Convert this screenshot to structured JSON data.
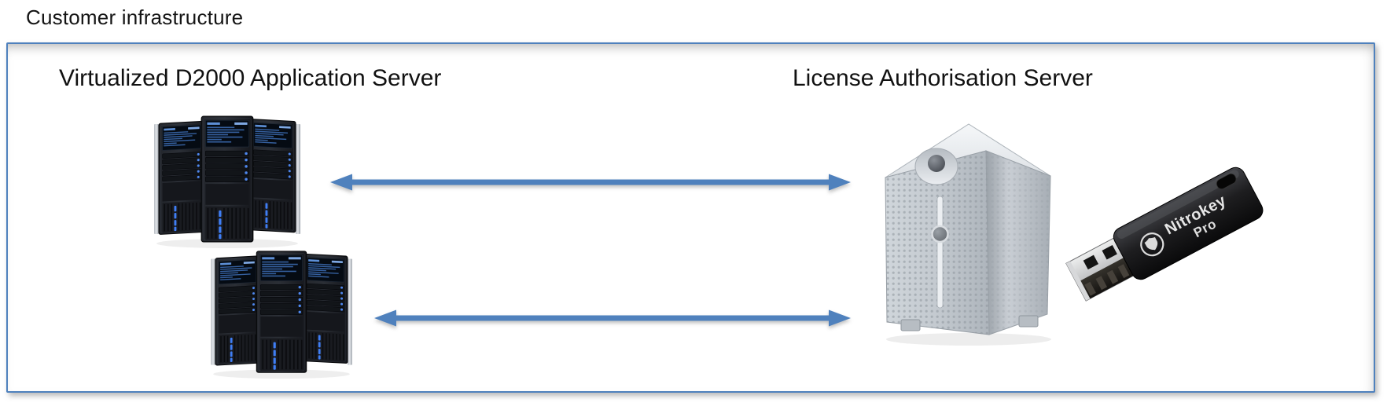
{
  "title": "Customer infrastructure",
  "colors": {
    "accent_blue": "#4f81bd",
    "box_border": "#4f81bd",
    "title_text": "#141414"
  },
  "nodes": {
    "app_server": {
      "label": "Virtualized D2000 Application Server",
      "icon": "server-cluster-icon",
      "cluster_count": 2
    },
    "license_server": {
      "label": "License Authorisation Server",
      "icon": "tower-server-icon"
    },
    "usb_key": {
      "icon": "usb-security-key-icon",
      "brand": "Nitrokey",
      "model": "Pro"
    }
  },
  "connections": [
    {
      "from": "app-server-cluster-1",
      "to": "license-server",
      "type": "bidirectional-arrow"
    },
    {
      "from": "app-server-cluster-2",
      "to": "license-server",
      "type": "bidirectional-arrow"
    }
  ]
}
